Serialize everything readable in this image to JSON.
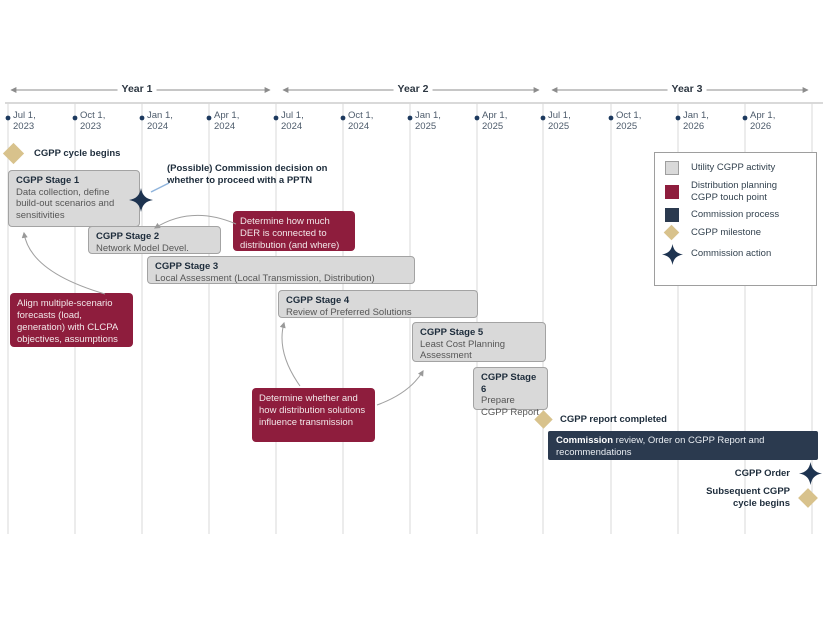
{
  "timeline": {
    "years": [
      {
        "label": "Year 1"
      },
      {
        "label": "Year 2"
      },
      {
        "label": "Year 3"
      }
    ],
    "ticks": [
      {
        "l1": "Jul 1,",
        "l2": "2023"
      },
      {
        "l1": "Oct 1,",
        "l2": "2023"
      },
      {
        "l1": "Jan 1,",
        "l2": "2024"
      },
      {
        "l1": "Apr 1,",
        "l2": "2024"
      },
      {
        "l1": "Jul 1,",
        "l2": "2024"
      },
      {
        "l1": "Oct 1,",
        "l2": "2024"
      },
      {
        "l1": "Jan 1,",
        "l2": "2025"
      },
      {
        "l1": "Apr 1,",
        "l2": "2025"
      },
      {
        "l1": "Jul 1,",
        "l2": "2025"
      },
      {
        "l1": "Oct 1,",
        "l2": "2025"
      },
      {
        "l1": "Jan 1,",
        "l2": "2026"
      },
      {
        "l1": "Apr 1,",
        "l2": "2026"
      }
    ]
  },
  "stages": [
    {
      "title": "CGPP Stage 1",
      "body": "Data collection, define build-out scenarios and sensitivities"
    },
    {
      "title": "CGPP Stage 2",
      "body": "Network Model Devel."
    },
    {
      "title": "CGPP Stage 3",
      "body": "Local Assessment (Local Transmission, Distribution)"
    },
    {
      "title": "CGPP Stage 4",
      "body": "Review of Preferred Solutions"
    },
    {
      "title": "CGPP Stage 5",
      "body": "Least Cost Planning Assessment"
    },
    {
      "title": "CGPP Stage 6",
      "body": "Prepare CGPP Report"
    }
  ],
  "touch_points": [
    {
      "text": "Determine how much DER is connected to distribution (and where)"
    },
    {
      "text": "Align multiple-scenario forecasts (load, generation) with CLCPA objectives, assumptions"
    },
    {
      "text": "Determine whether and how distribution solutions influence transmission"
    }
  ],
  "milestones": {
    "cycle_begins": "CGPP cycle begins",
    "report_completed": "CGPP report completed",
    "order": "CGPP Order",
    "subsequent": "Subsequent CGPP cycle begins"
  },
  "notes": {
    "decision": "(Possible) Commission decision on whether to proceed with a PPTN"
  },
  "commission_review": {
    "bold_part": "Commission",
    "rest": " review, Order on CGPP Report and recommendations"
  },
  "legend": {
    "items": [
      {
        "label": "Utility CGPP activity",
        "icon": "gray-square"
      },
      {
        "label": "Distribution planning CGPP touch point",
        "icon": "red-square"
      },
      {
        "label": "Commission process",
        "icon": "navy-square"
      },
      {
        "label": "CGPP milestone",
        "icon": "tan-diamond"
      },
      {
        "label": "Commission action",
        "icon": "navy-star"
      }
    ]
  },
  "colors": {
    "utility_activity": "#d9d9d9",
    "touch_point": "#8e1d3d",
    "commission_process": "#2b3a4f",
    "milestone": "#d8c28c",
    "commission_action": "#1d3350",
    "timeline_dot": "#1d3a5f",
    "gridline": "#d8d8d8",
    "arrow": "#999999"
  }
}
